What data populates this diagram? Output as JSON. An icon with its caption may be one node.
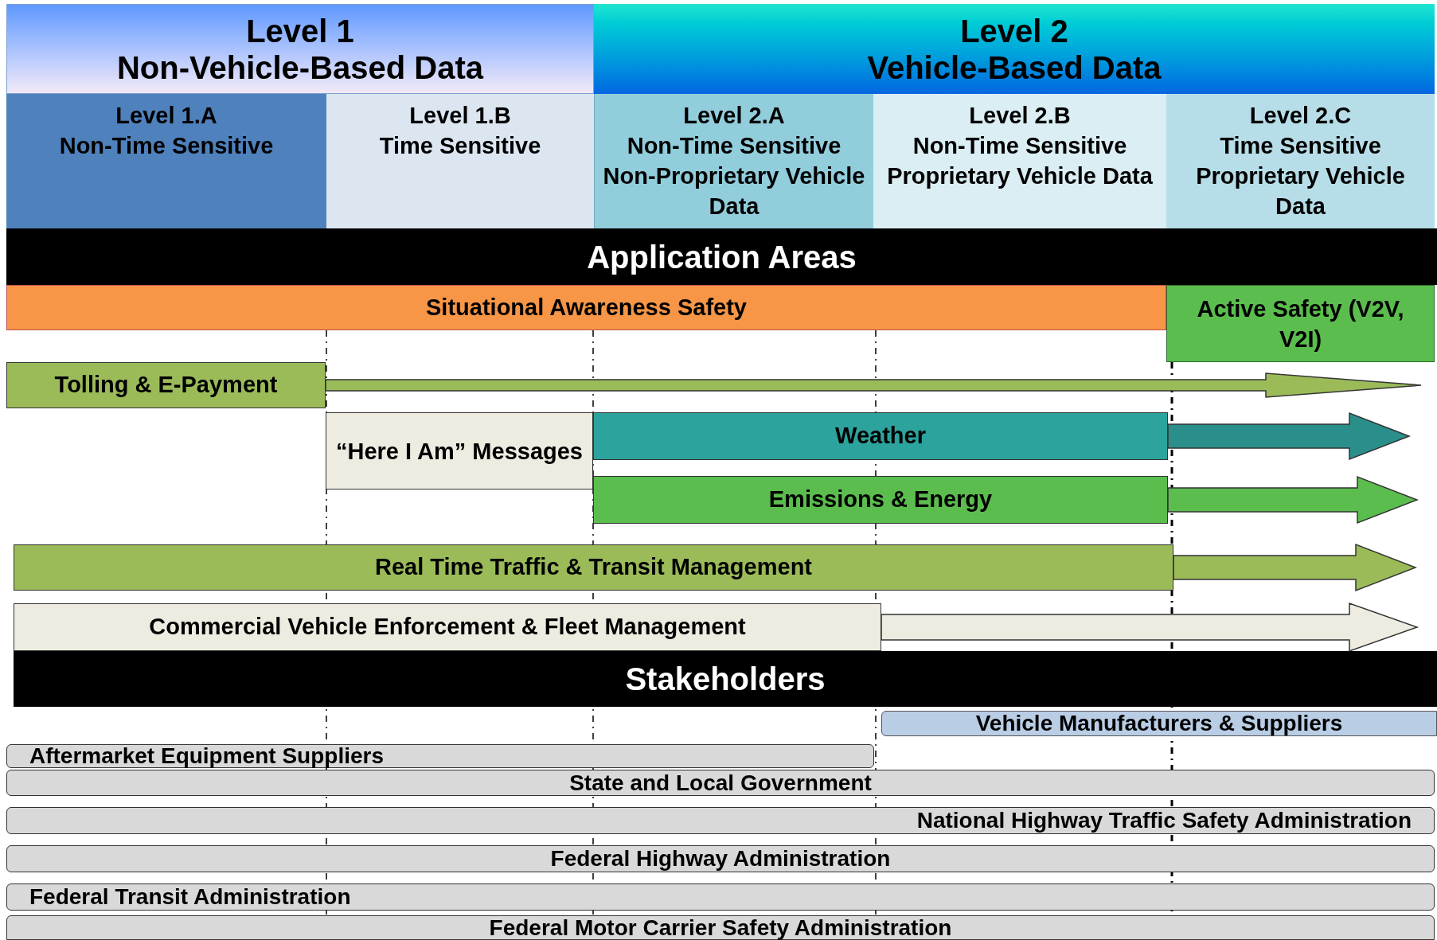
{
  "diagram": {
    "nodes": [
      {
        "text": [
          "Level 1",
          "Non-Vehicle-Based Data"
        ]
      },
      {
        "text": [
          "Level 2",
          "Vehicle-Based Data"
        ]
      },
      {
        "text": [
          "Level 1.A",
          "Non-Time Sensitive"
        ]
      },
      {
        "text": [
          "Level 1.B",
          "Time Sensitive"
        ]
      },
      {
        "text": [
          "Level 2.A",
          "Non-Time Sensitive Non-Proprietary Vehicle Data"
        ]
      },
      {
        "text": [
          "Level 2.B",
          "Non-Time Sensitive Proprietary Vehicle Data"
        ]
      },
      {
        "text": [
          "Level 2.C",
          "Time Sensitive Proprietary Vehicle Data"
        ]
      },
      {
        "text": [
          "Application Areas"
        ]
      },
      {
        "text": [
          "Situational Awareness Safety"
        ]
      },
      {
        "text": [
          "Active Safety (V2V, V2I)"
        ]
      },
      {
        "text": [
          "Tolling & E-Payment"
        ]
      },
      {
        "text": [
          "“Here I Am” Messages"
        ]
      },
      {
        "text": [
          "Weather"
        ]
      },
      {
        "text": [
          "Emissions & Energy"
        ]
      },
      {
        "text": [
          "Real Time Traffic & Transit Management"
        ]
      },
      {
        "text": [
          "Commercial Vehicle Enforcement & Fleet Management"
        ]
      },
      {
        "text": [
          "Stakeholders"
        ]
      },
      {
        "text": [
          "Vehicle Manufacturers & Suppliers"
        ]
      },
      {
        "text": [
          "Aftermarket Equipment Suppliers"
        ]
      },
      {
        "text": [
          "State and Local Government"
        ]
      },
      {
        "text": [
          "National Highway Traffic Safety Administration"
        ]
      },
      {
        "text": [
          "Federal Highway Administration"
        ]
      },
      {
        "text": [
          "Federal Transit Administration"
        ]
      },
      {
        "text": [
          "Federal Motor Carrier Safety Administration"
        ]
      }
    ],
    "edges": [
      {
        "from": 10,
        "to": null,
        "arrow": "to",
        "color": "#9bbb59"
      },
      {
        "from": 12,
        "to": null,
        "arrow": "to",
        "color": "#2a8f8a"
      },
      {
        "from": 13,
        "to": null,
        "arrow": "to",
        "color": "#5bbd4e"
      },
      {
        "from": 14,
        "to": null,
        "arrow": "to",
        "color": "#9bbb59"
      },
      {
        "from": 15,
        "to": null,
        "arrow": "to",
        "color": "#eeebe0"
      }
    ]
  }
}
